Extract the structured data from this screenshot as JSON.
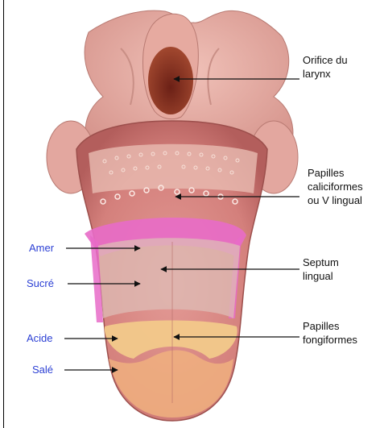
{
  "colors": {
    "taste_label": "#2b3fd4",
    "bitter_zone": "#e86bc8",
    "sweet_zone": "#d9b6b2",
    "sour_zone": "#f2c98a",
    "salty_zone": "#f0b07f",
    "tongue": "#d4807c"
  },
  "labels": {
    "larynx": [
      "Orifice du",
      "larynx"
    ],
    "calyciform": [
      "Papilles",
      "caliciformes",
      "ou V lingual"
    ],
    "septum": [
      "Septum",
      "lingual"
    ],
    "fungiform": [
      "Papilles",
      "fongiformes"
    ]
  },
  "tastes": {
    "bitter": "Amer",
    "sweet": "Sucré",
    "sour": "Acide",
    "salty": "Salé"
  }
}
